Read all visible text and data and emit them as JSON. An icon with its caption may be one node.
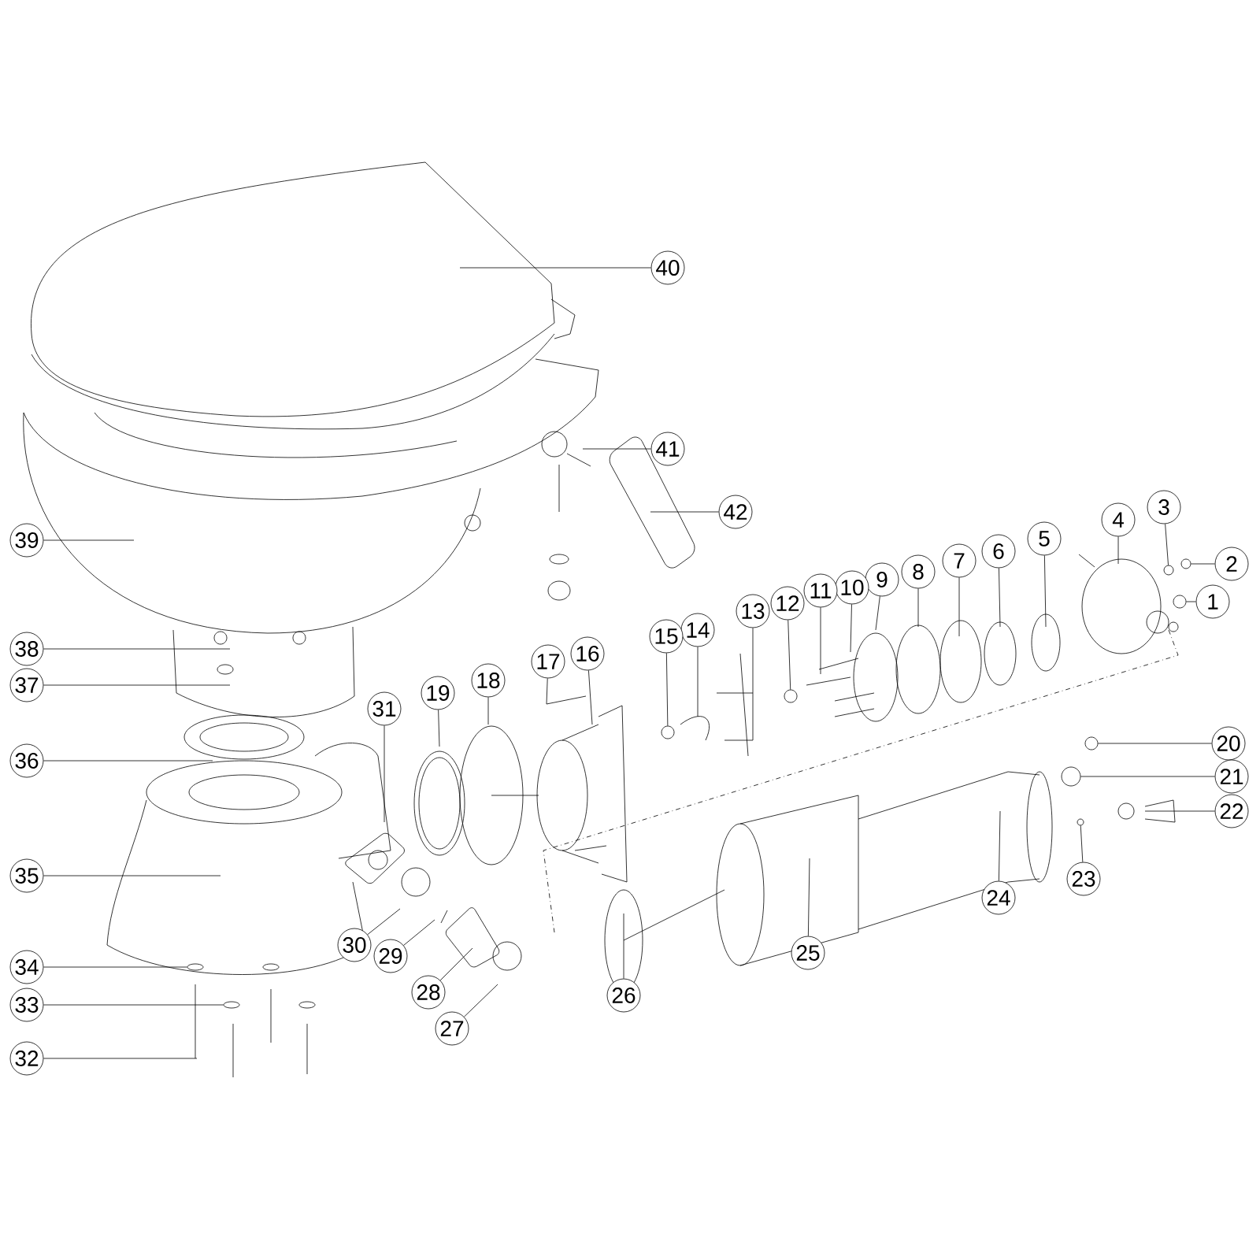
{
  "diagram": {
    "nodes": [
      {
        "text": [
          "1"
        ]
      },
      {
        "text": [
          "2"
        ]
      },
      {
        "text": [
          "3"
        ]
      },
      {
        "text": [
          "4"
        ]
      },
      {
        "text": [
          "5"
        ]
      },
      {
        "text": [
          "6"
        ]
      },
      {
        "text": [
          "7"
        ]
      },
      {
        "text": [
          "8"
        ]
      },
      {
        "text": [
          "9"
        ]
      },
      {
        "text": [
          "10"
        ]
      },
      {
        "text": [
          "11"
        ]
      },
      {
        "text": [
          "12"
        ]
      },
      {
        "text": [
          "13"
        ]
      },
      {
        "text": [
          "14"
        ]
      },
      {
        "text": [
          "15"
        ]
      },
      {
        "text": [
          "16"
        ]
      },
      {
        "text": [
          "17"
        ]
      },
      {
        "text": [
          "18"
        ]
      },
      {
        "text": [
          "19"
        ]
      },
      {
        "text": [
          "20"
        ]
      },
      {
        "text": [
          "21"
        ]
      },
      {
        "text": [
          "22"
        ]
      },
      {
        "text": [
          "23"
        ]
      },
      {
        "text": [
          "24"
        ]
      },
      {
        "text": [
          "25"
        ]
      },
      {
        "text": [
          "26"
        ]
      },
      {
        "text": [
          "27"
        ]
      },
      {
        "text": [
          "28"
        ]
      },
      {
        "text": [
          "29"
        ]
      },
      {
        "text": [
          "30"
        ]
      },
      {
        "text": [
          "31"
        ]
      },
      {
        "text": [
          "32"
        ]
      },
      {
        "text": [
          "33"
        ]
      },
      {
        "text": [
          "34"
        ]
      },
      {
        "text": [
          "35"
        ]
      },
      {
        "text": [
          "36"
        ]
      },
      {
        "text": [
          "37"
        ]
      },
      {
        "text": [
          "38"
        ]
      },
      {
        "text": [
          "39"
        ]
      },
      {
        "text": [
          "40"
        ]
      },
      {
        "text": [
          "41"
        ]
      },
      {
        "text": [
          "42"
        ]
      },
      {
        "text": [],
        "shape": "circle"
      },
      {
        "text": [],
        "shape": "circle"
      },
      {
        "text": [],
        "shape": "circle"
      },
      {
        "text": [],
        "shape": "circle"
      },
      {
        "text": [],
        "shape": "circle"
      },
      {
        "text": [],
        "shape": "circle"
      },
      {
        "text": [],
        "shape": "circle"
      },
      {
        "text": [],
        "shape": "circle"
      },
      {
        "text": [],
        "shape": "circle"
      },
      {
        "text": [],
        "shape": "circle"
      }
    ],
    "edges": [
      {
        "from": 0,
        "to": 51,
        "arrow": "none"
      },
      {
        "from": 1,
        "to": 50,
        "arrow": "none"
      },
      {
        "from": 2,
        "to": 49,
        "arrow": "none"
      },
      {
        "from": 3,
        "to": null,
        "arrow": "none"
      },
      {
        "from": 4,
        "to": null,
        "arrow": "none"
      },
      {
        "from": 5,
        "to": null,
        "arrow": "none"
      },
      {
        "from": 6,
        "to": null,
        "arrow": "none"
      },
      {
        "from": 7,
        "to": null,
        "arrow": "none"
      },
      {
        "from": 8,
        "to": null,
        "arrow": "none"
      },
      {
        "from": 9,
        "to": null,
        "arrow": "none"
      },
      {
        "from": 10,
        "to": null,
        "arrow": "none"
      },
      {
        "from": 11,
        "to": 45,
        "arrow": "none"
      },
      {
        "from": 12,
        "to": null,
        "arrow": "none"
      },
      {
        "from": 13,
        "to": null,
        "arrow": "none"
      },
      {
        "from": 14,
        "to": 44,
        "arrow": "none"
      },
      {
        "from": 15,
        "to": null,
        "arrow": "none"
      },
      {
        "from": 16,
        "to": null,
        "arrow": "none"
      },
      {
        "from": 17,
        "to": null,
        "arrow": "none"
      },
      {
        "from": 18,
        "to": null,
        "arrow": "none"
      },
      {
        "from": 19,
        "to": 48,
        "arrow": "none"
      },
      {
        "from": 20,
        "to": 46,
        "arrow": "none"
      },
      {
        "from": 21,
        "to": null,
        "arrow": "none"
      },
      {
        "from": 22,
        "to": 47,
        "arrow": "none"
      },
      {
        "from": 23,
        "to": null,
        "arrow": "none"
      },
      {
        "from": 24,
        "to": null,
        "arrow": "none"
      },
      {
        "from": 25,
        "to": null,
        "arrow": "none"
      },
      {
        "from": 26,
        "to": null,
        "arrow": "none"
      },
      {
        "from": 27,
        "to": null,
        "arrow": "none"
      },
      {
        "from": 28,
        "to": null,
        "arrow": "none"
      },
      {
        "from": 29,
        "to": null,
        "arrow": "none"
      },
      {
        "from": 30,
        "to": null,
        "arrow": "none"
      },
      {
        "from": 31,
        "to": null,
        "arrow": "none"
      },
      {
        "from": 32,
        "to": 43,
        "arrow": "none"
      },
      {
        "from": 33,
        "to": 42,
        "arrow": "none"
      },
      {
        "from": 34,
        "to": null,
        "arrow": "none"
      },
      {
        "from": 35,
        "to": null,
        "arrow": "none"
      },
      {
        "from": 36,
        "to": null,
        "arrow": "none"
      },
      {
        "from": 37,
        "to": null,
        "arrow": "none"
      },
      {
        "from": 38,
        "to": null,
        "arrow": "none"
      },
      {
        "from": 39,
        "to": null,
        "arrow": "none"
      },
      {
        "from": 40,
        "to": null,
        "arrow": "none"
      },
      {
        "from": 41,
        "to": null,
        "arrow": "none"
      }
    ]
  }
}
